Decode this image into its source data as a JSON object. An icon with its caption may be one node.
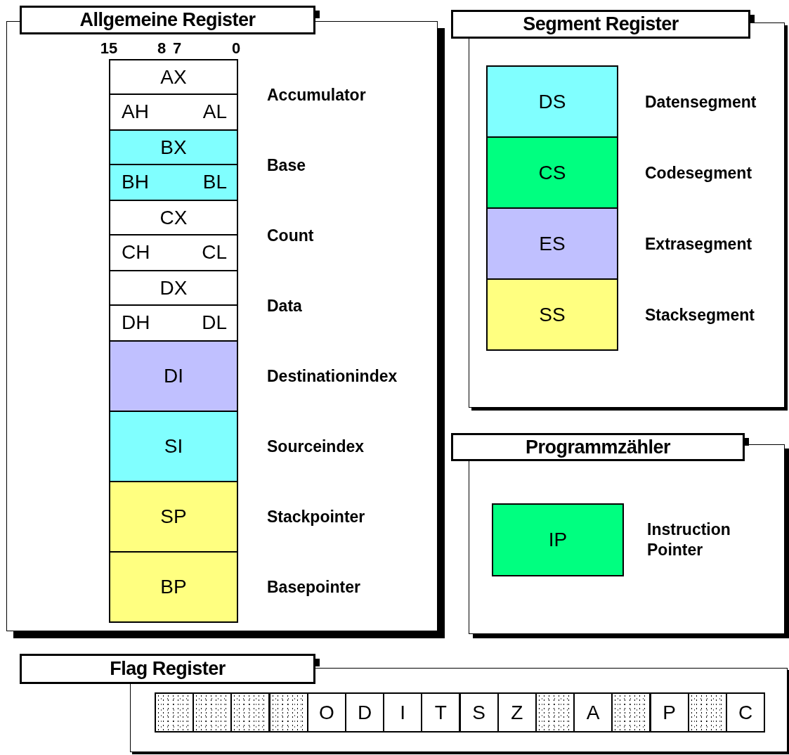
{
  "diagram": {
    "nodes": [
      {
        "text": [
          "Allgemeine Register"
        ]
      },
      {
        "text": [
          "AX",
          "AH",
          "AL"
        ],
        "in": 0,
        "beside": [
          "Accumulator"
        ]
      },
      {
        "text": [
          "BX",
          "BH",
          "BL"
        ],
        "in": 0,
        "beside": [
          "Base"
        ]
      },
      {
        "text": [
          "CX",
          "CH",
          "CL"
        ],
        "in": 0,
        "beside": [
          "Count"
        ]
      },
      {
        "text": [
          "DX",
          "DH",
          "DL"
        ],
        "in": 0,
        "beside": [
          "Data"
        ]
      },
      {
        "text": [
          "DI"
        ],
        "in": 0,
        "beside": [
          "Destinationindex"
        ]
      },
      {
        "text": [
          "SI"
        ],
        "in": 0,
        "beside": [
          "Sourceindex"
        ]
      },
      {
        "text": [
          "SP"
        ],
        "in": 0,
        "beside": [
          "Stackpointer"
        ]
      },
      {
        "text": [
          "BP"
        ],
        "in": 0,
        "beside": [
          "Basepointer"
        ]
      },
      {
        "text": [
          "Segment Register"
        ]
      },
      {
        "text": [
          "DS"
        ],
        "in": 9,
        "beside": [
          "Datensegment"
        ]
      },
      {
        "text": [
          "CS"
        ],
        "in": 9,
        "beside": [
          "Codesegment"
        ]
      },
      {
        "text": [
          "ES"
        ],
        "in": 9,
        "beside": [
          "Extrasegment"
        ]
      },
      {
        "text": [
          "SS"
        ],
        "in": 9,
        "beside": [
          "Stacksegment"
        ]
      },
      {
        "text": [
          "Programmzähler"
        ]
      },
      {
        "text": [
          "IP"
        ],
        "in": 14,
        "beside": [
          "Instruction Pointer"
        ]
      },
      {
        "text": [
          "Flag Register"
        ]
      },
      {
        "text": [],
        "shape": "box",
        "in": 16
      },
      {
        "text": [],
        "shape": "box",
        "in": 16
      },
      {
        "text": [],
        "shape": "box",
        "in": 16
      },
      {
        "text": [],
        "shape": "box",
        "in": 16
      },
      {
        "text": [
          "O"
        ],
        "in": 16
      },
      {
        "text": [
          "D"
        ],
        "in": 16
      },
      {
        "text": [
          "I"
        ],
        "in": 16
      },
      {
        "text": [
          "T"
        ],
        "in": 16
      },
      {
        "text": [
          "S"
        ],
        "in": 16
      },
      {
        "text": [
          "Z"
        ],
        "in": 16
      },
      {
        "text": [],
        "shape": "box",
        "in": 16
      },
      {
        "text": [
          "A"
        ],
        "in": 16
      },
      {
        "text": [],
        "shape": "box",
        "in": 16
      },
      {
        "text": [
          "P"
        ],
        "in": 16
      },
      {
        "text": [],
        "shape": "box",
        "in": 16
      },
      {
        "text": [
          "C"
        ],
        "in": 16
      }
    ],
    "labels": [
      "15",
      "8",
      "7",
      "0"
    ]
  }
}
